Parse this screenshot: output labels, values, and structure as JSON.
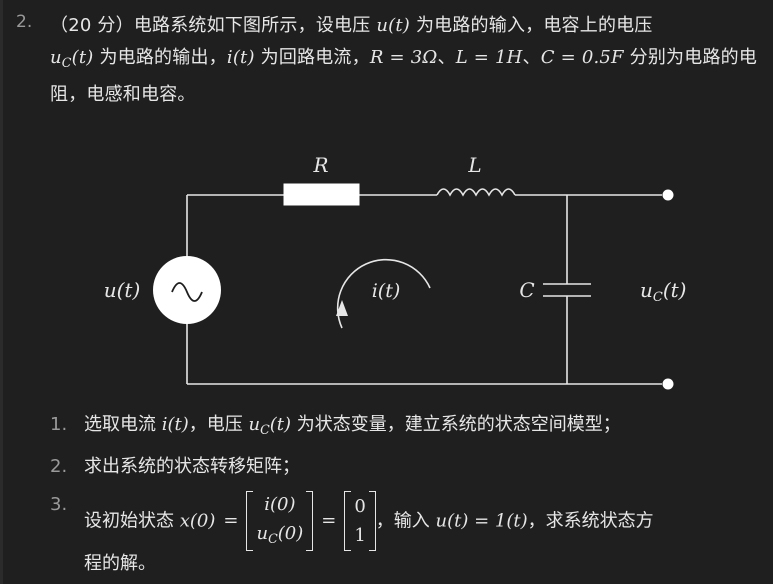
{
  "question": {
    "number": "2.",
    "text_p1": "（20 分）电路系统如下图所示，设电压 ",
    "u_t": "u(t)",
    "text_p2": " 为电路的输入，电容上的电压",
    "uC_u": "u",
    "uC_sub": "C",
    "uC_t": "(t)",
    "text_p3": " 为电路的输出，",
    "i_t": "i(t)",
    "text_p4": " 为回路电流，",
    "R_eq": "R = 3Ω",
    "sep1": "、",
    "L_eq": "L = 1H",
    "sep2": "、",
    "C_eq": "C = 0.5F",
    "text_p5": " 分别为电路的电阻，电感和电容。"
  },
  "circuit": {
    "label_R": "R",
    "label_L": "L",
    "label_C": "C",
    "label_source": "u(t)",
    "label_current": "i(t)",
    "label_out_u": "u",
    "label_out_sub": "C",
    "label_out_t": "(t)",
    "source_symbol": "∿"
  },
  "subquestions": {
    "q1_num": "1.",
    "q1_a": "选取电流 ",
    "q1_i": "i(t)",
    "q1_b": "，电压 ",
    "q1_u": "u",
    "q1_sub": "C",
    "q1_t": "(t)",
    "q1_c": " 为状态变量，建立系统的状态空间模型；",
    "q2_num": "2.",
    "q2_text": "求出系统的状态转移矩阵；",
    "q3_num": "3.",
    "q3_a": "设初始状态 ",
    "q3_x0": "x(0)",
    "q3_eq": "=",
    "q3_m1_top": "i(0)",
    "q3_m1_bot_u": "u",
    "q3_m1_bot_sub": "C",
    "q3_m1_bot_t": "(0)",
    "q3_m2_top": "0",
    "q3_m2_bot": "1",
    "q3_b": "，输入 ",
    "q3_input": "u(t) = 1(t)",
    "q3_c": "，求系统状态方",
    "q3_d": "程的解。"
  }
}
